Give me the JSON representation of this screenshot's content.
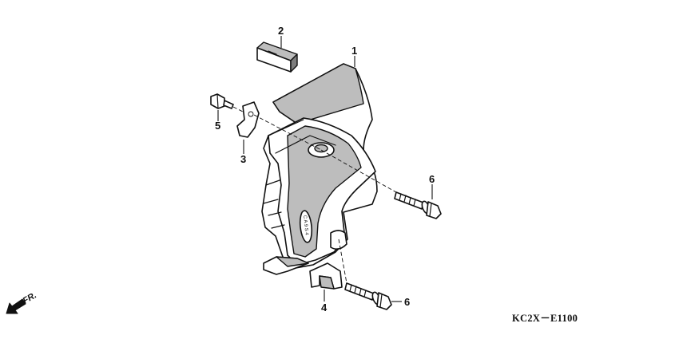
{
  "diagram": {
    "callouts": [
      {
        "id": "1",
        "label": "1"
      },
      {
        "id": "2",
        "label": "2"
      },
      {
        "id": "3",
        "label": "3"
      },
      {
        "id": "4",
        "label": "4"
      },
      {
        "id": "5",
        "label": "5"
      },
      {
        "id": "6a",
        "label": "6"
      },
      {
        "id": "6b",
        "label": "6"
      }
    ],
    "front_marker": "FR.",
    "stamp_text": "C A 9 S 4",
    "diagram_code": "KC2X－E1100"
  }
}
